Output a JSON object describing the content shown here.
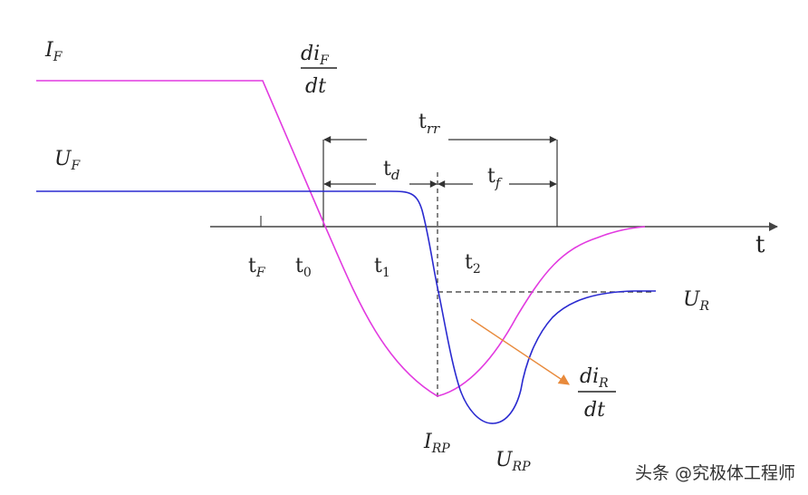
{
  "colors": {
    "current": "#e23ae0",
    "voltage": "#2a2ad0",
    "annotation": "#e88a3c",
    "axis": "#444444",
    "dims": "#333333"
  },
  "labels": {
    "I": "I",
    "U": "U",
    "F": "F",
    "R": "R",
    "RP": "RP",
    "di": "di",
    "dt": "dt",
    "t": "t",
    "trr_sub": "rr",
    "td_sub": "d",
    "tf_sub": "f",
    "sub_F": "F",
    "sub_0": "0",
    "sub_1": "1",
    "sub_2": "2"
  },
  "watermark": "头条 @究极体工程师"
}
